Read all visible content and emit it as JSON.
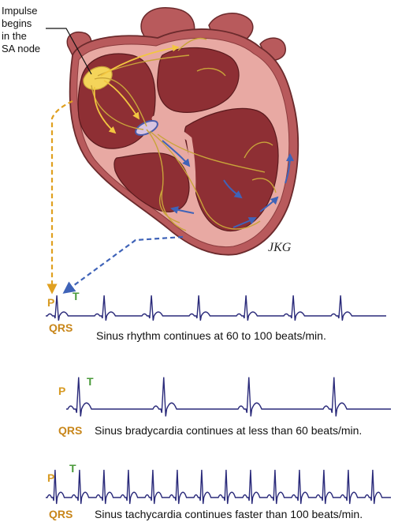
{
  "callout": {
    "line1": "Impulse",
    "line2": "begins",
    "line3": "in the",
    "line4": "SA node"
  },
  "signature": "JKG",
  "strips": [
    {
      "p_label": "P",
      "t_label": "T",
      "qrs_label": "QRS",
      "caption": "Sinus rhythm continues at 60 to 100 beats/min."
    },
    {
      "p_label": "P",
      "t_label": "T",
      "qrs_label": "QRS",
      "caption": "Sinus bradycardia continues at less than 60 beats/min."
    },
    {
      "p_label": "P",
      "t_label": "T",
      "qrs_label": "QRS",
      "caption": "Sinus tachycardia continues faster than 100 beats/min."
    }
  ],
  "colors": {
    "heart_outer": "#b85a5c",
    "heart_wall": "#e8a9a3",
    "heart_chamber": "#8e2f34",
    "conduction": "#c9a43a",
    "impulse_arrow": "#e0a020",
    "blood_arrow": "#3f63b8",
    "ecg_trace": "#2a2a7a",
    "p_label": "#d79a22",
    "t_label": "#4a9a3a",
    "qrs_label": "#c8861a",
    "text": "#111111"
  }
}
